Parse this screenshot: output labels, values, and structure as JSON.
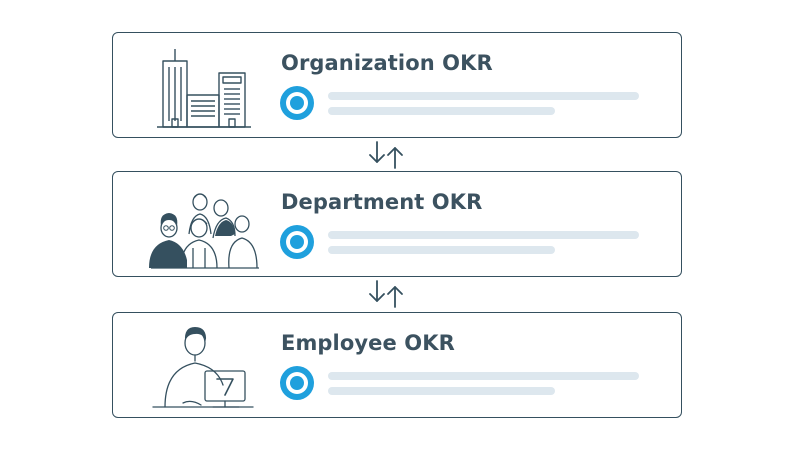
{
  "levels": [
    {
      "title": "Organization OKR",
      "illustration": "office-buildings-icon"
    },
    {
      "title": "Department OKR",
      "illustration": "team-group-icon"
    },
    {
      "title": "Employee OKR",
      "illustration": "employee-at-computer-icon"
    }
  ],
  "connectors": [
    {
      "icons": [
        "arrow-down-icon",
        "arrow-up-icon"
      ]
    },
    {
      "icons": [
        "arrow-down-icon",
        "arrow-up-icon"
      ]
    }
  ],
  "colors": {
    "border": "#35505f",
    "title": "#3c5260",
    "target_accent": "#1fa0dd",
    "placeholder_line": "#dde7ee"
  }
}
